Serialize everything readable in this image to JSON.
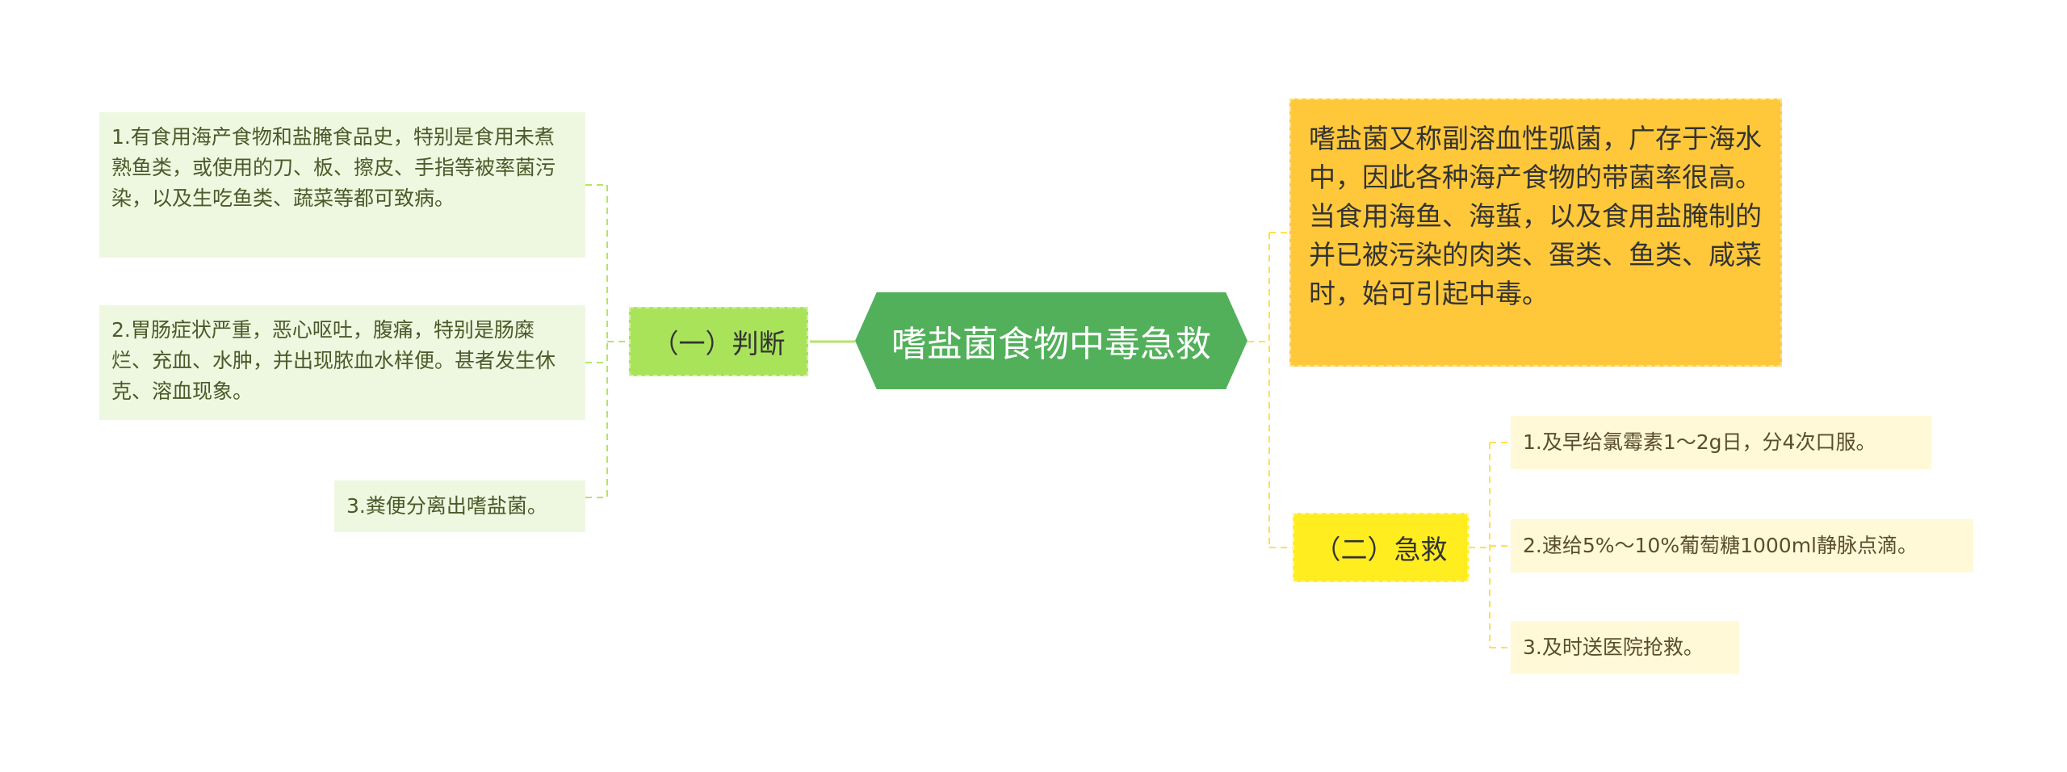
{
  "mindmap": {
    "central": "嗜盐菌食物中毒急救",
    "intro": "嗜盐菌又称副溶血性弧菌，广存于海水中，因此各种海产食物的带菌率很高。当食用海鱼、海蜇，以及食用盐腌制的并已被污染的肉类、蛋类、鱼类、咸菜时，始可引起中毒。",
    "left_branch": {
      "label": "（一）判断",
      "items": [
        "1.有食用海产食物和盐腌食品史，特别是食用未煮熟鱼类，或使用的刀、板、擦皮、手指等被率菌污染，以及生吃鱼类、蔬菜等都可致病。",
        "2.胃肠症状严重，恶心呕吐，腹痛，特别是肠糜烂、充血、水肿，并出现脓血水样便。甚者发生休克、溶血现象。",
        "3.粪便分离出嗜盐菌。"
      ]
    },
    "right_branch": {
      "label": "（二）急救",
      "items": [
        "1.及早给氯霉素1～2g日，分4次口服。",
        "2.速给5%～10%葡萄糖1000ml静脉点滴。",
        "3.及时送医院抢救。"
      ]
    }
  },
  "colors": {
    "central_fill": "#52b05b",
    "left_branch_fill": "#a9e35a",
    "right_branch_fill": "#ffed1f",
    "intro_fill": "#ffc83a",
    "left_leaf_fill": "#eef8e0",
    "right_leaf_fill": "#fff9d8",
    "left_connector": "#b5e36a",
    "right_connector": "#ffe14a"
  }
}
